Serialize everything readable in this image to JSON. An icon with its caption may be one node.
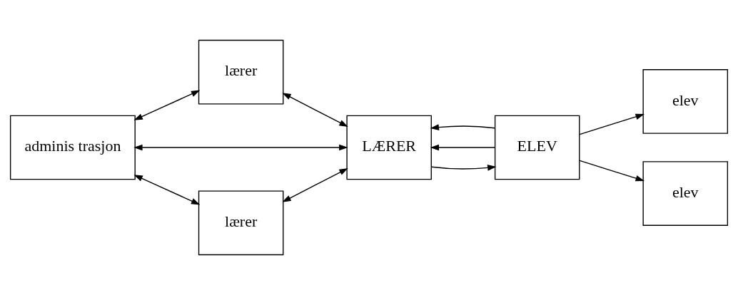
{
  "diagram": {
    "nodes": [
      {
        "text": [
          "lærer"
        ]
      },
      {
        "text": [
          "elev"
        ]
      },
      {
        "text": [
          "adminis trasjon"
        ]
      },
      {
        "text": [
          "LÆRER"
        ]
      },
      {
        "text": [
          "ELEV"
        ]
      },
      {
        "text": [
          "lærer"
        ]
      },
      {
        "text": [
          "elev"
        ]
      }
    ],
    "edges": [
      {
        "from": 2,
        "to": 0,
        "arrow": "both"
      },
      {
        "from": 2,
        "to": 3,
        "arrow": "both"
      },
      {
        "from": 2,
        "to": 5,
        "arrow": "both"
      },
      {
        "from": 0,
        "to": 3,
        "arrow": "both"
      },
      {
        "from": 5,
        "to": 3,
        "arrow": "both"
      },
      {
        "from": 3,
        "to": 4,
        "arrow": "to"
      },
      {
        "from": 4,
        "to": 3,
        "arrow": "to"
      },
      {
        "from": 4,
        "to": 3,
        "arrow": "to"
      },
      {
        "from": 4,
        "to": 1,
        "arrow": "to"
      },
      {
        "from": 4,
        "to": 6,
        "arrow": "to"
      }
    ]
  }
}
